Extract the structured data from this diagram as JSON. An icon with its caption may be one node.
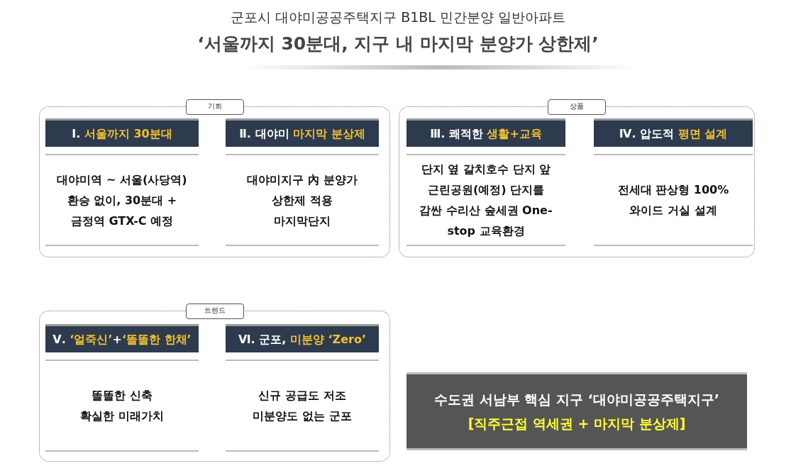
{
  "diagram": {
    "title": "‘서울까지 30분대, 지구 내 마지막 분양가 상한제’",
    "nodes": [
      {
        "text": [
          "기회"
        ]
      },
      {
        "text": [
          "Ⅰ. **서울까지 30분대**",
          "대야미역 ~ 서울(사당역) 환승 없이, 30분대 + 금정역 GTX-C 예정"
        ],
        "in": 0
      },
      {
        "text": [
          "Ⅱ. 대야미 **마지막 분상제**",
          "대야미지구 內 분양가 상한제 적용 마지막단지"
        ],
        "in": 0
      },
      {
        "text": [
          "상품"
        ]
      },
      {
        "text": [
          "Ⅲ. 쾌적한 **생활+교육**",
          "단지 옆 갈치호수 단지 앞 근린공원(예정) 단지를 감싼 수리산 숲세권 One-stop 교육환경"
        ],
        "in": 3
      },
      {
        "text": [
          "Ⅳ. 압도적 **평면 설계**",
          "전세대 판상형 100% 와이드 거실 설계"
        ],
        "in": 3
      },
      {
        "text": [
          "트렌드"
        ]
      },
      {
        "text": [
          "Ⅴ. **‘얼죽신’**+**‘똘똘한 한채’**",
          "똘똘한 신축 확실한 미래가치"
        ],
        "in": 6
      },
      {
        "text": [
          "Ⅵ. 군포, **미분양 ‘Zero’**",
          "신규 공급도 저조 미분양도 없는 군포"
        ],
        "in": 6
      },
      {
        "text": [
          "수도권 서남부 핵심 지구 ‘대야미공공주택지구’",
          "[직주근접 역세권 + 마지막 분상제]"
        ]
      }
    ],
    "edges": [],
    "labels": [
      "군포시 대야미공공주택지구 B1BL 민간분양 일반아파트"
    ]
  }
}
